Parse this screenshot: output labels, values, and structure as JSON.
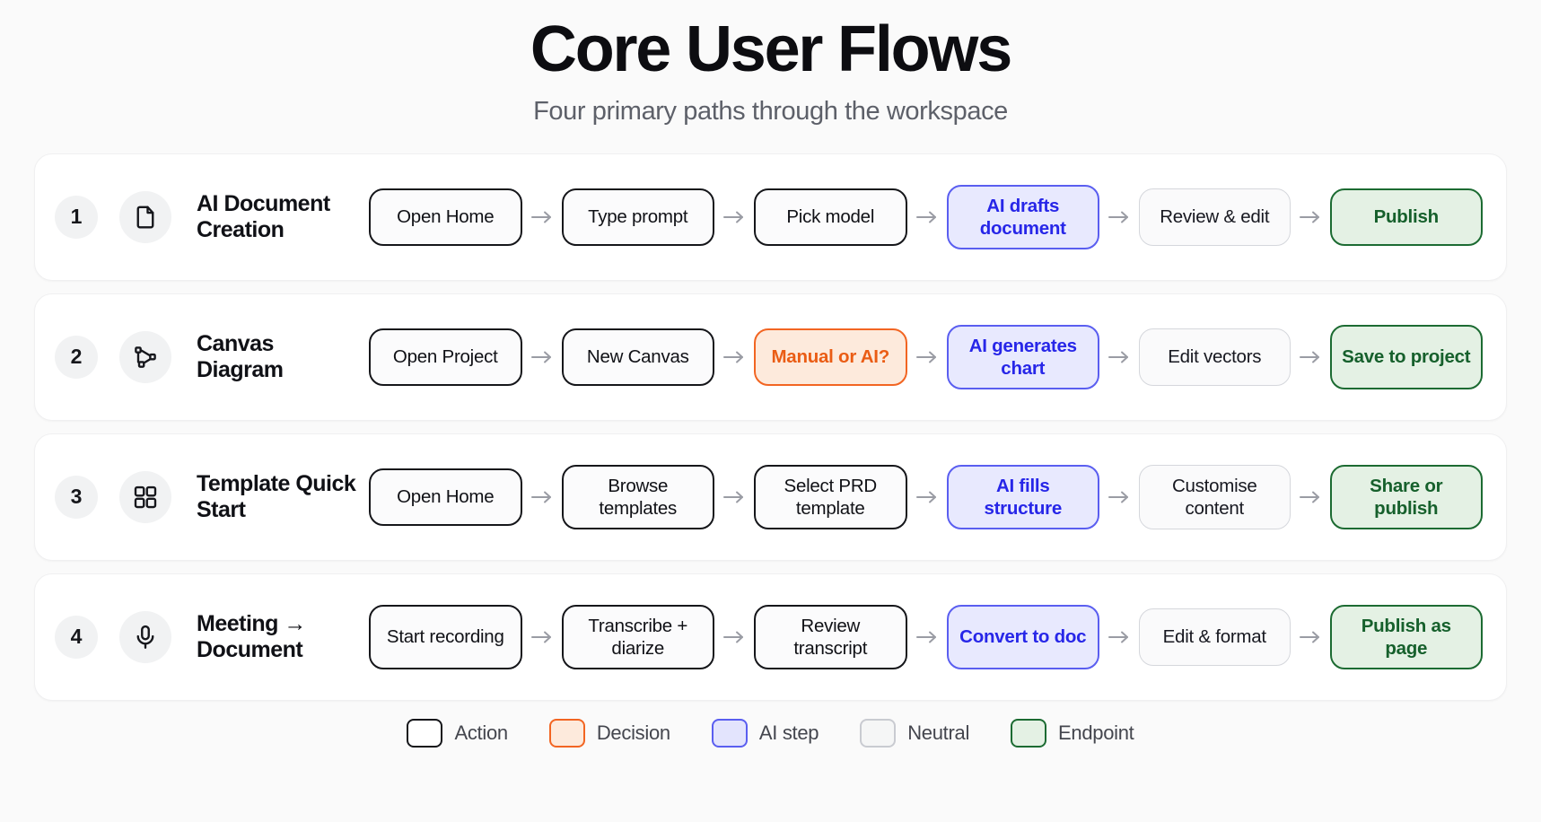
{
  "header": {
    "title": "Core User Flows",
    "subtitle": "Four primary paths through the workspace"
  },
  "flows": [
    {
      "index": "1",
      "icon": "document-icon",
      "title": "AI Document Creation",
      "steps": [
        {
          "label": "Open Home",
          "kind": "action"
        },
        {
          "label": "Type prompt",
          "kind": "action"
        },
        {
          "label": "Pick model",
          "kind": "action"
        },
        {
          "label": "AI drafts document",
          "kind": "ai"
        },
        {
          "label": "Review & edit",
          "kind": "neutral"
        },
        {
          "label": "Publish",
          "kind": "endpoint"
        }
      ]
    },
    {
      "index": "2",
      "icon": "canvas-nodes-icon",
      "title": "Canvas Diagram",
      "steps": [
        {
          "label": "Open Project",
          "kind": "action"
        },
        {
          "label": "New Canvas",
          "kind": "action"
        },
        {
          "label": "Manual or AI?",
          "kind": "decision"
        },
        {
          "label": "AI generates chart",
          "kind": "ai"
        },
        {
          "label": "Edit vectors",
          "kind": "neutral"
        },
        {
          "label": "Save to project",
          "kind": "endpoint"
        }
      ]
    },
    {
      "index": "3",
      "icon": "grid-icon",
      "title": "Template Quick Start",
      "steps": [
        {
          "label": "Open Home",
          "kind": "action"
        },
        {
          "label": "Browse templates",
          "kind": "action"
        },
        {
          "label": "Select PRD template",
          "kind": "action"
        },
        {
          "label": "AI fills structure",
          "kind": "ai"
        },
        {
          "label": "Customise content",
          "kind": "neutral"
        },
        {
          "label": "Share or publish",
          "kind": "endpoint"
        }
      ]
    },
    {
      "index": "4",
      "icon": "microphone-icon",
      "title": "Meeting → Document",
      "steps": [
        {
          "label": "Start recording",
          "kind": "action"
        },
        {
          "label": "Transcribe + diarize",
          "kind": "action"
        },
        {
          "label": "Review transcript",
          "kind": "action"
        },
        {
          "label": "Convert to doc",
          "kind": "ai"
        },
        {
          "label": "Edit & format",
          "kind": "neutral"
        },
        {
          "label": "Publish as page",
          "kind": "endpoint"
        }
      ]
    }
  ],
  "legend": [
    {
      "label": "Action",
      "kind": "action"
    },
    {
      "label": "Decision",
      "kind": "decision"
    },
    {
      "label": "AI step",
      "kind": "ai"
    },
    {
      "label": "Neutral",
      "kind": "neutral"
    },
    {
      "label": "Endpoint",
      "kind": "endpoint"
    }
  ],
  "colors": {
    "action_border": "#15161a",
    "decision_border": "#f26522",
    "decision_text": "#ea5c14",
    "decision_bg": "#fdeadc",
    "ai_border": "#5a5ef0",
    "ai_text": "#2726e8",
    "ai_bg": "#e8e9fe",
    "neutral_border": "#d5d7dc",
    "endpoint_border": "#1c6b32",
    "endpoint_text": "#16602c",
    "endpoint_bg": "#e4f1e4",
    "page_bg": "#fafafa",
    "card_bg": "#ffffff"
  }
}
